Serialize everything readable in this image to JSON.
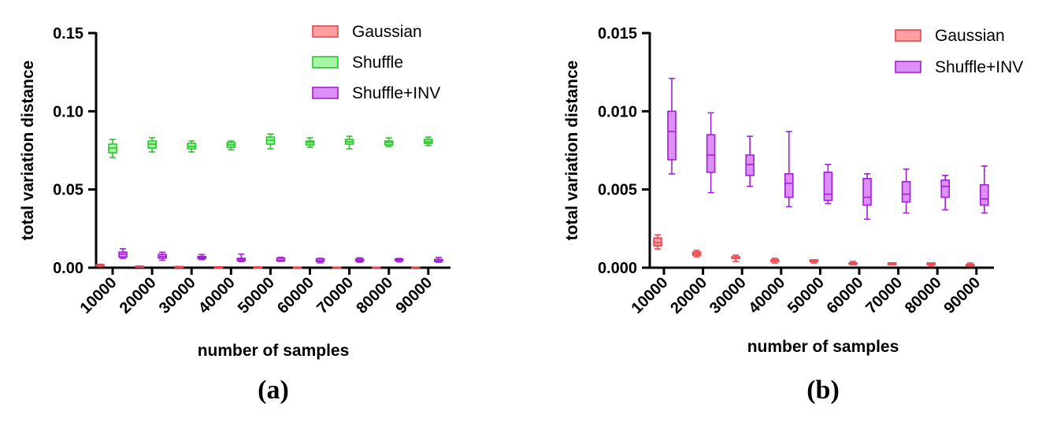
{
  "chart_data": [
    {
      "type": "box",
      "panel_label": "(a)",
      "xlabel": "number of samples",
      "ylabel": "total variation distance",
      "ylim": [
        0,
        0.15
      ],
      "yticks": [
        0,
        0.05,
        0.1,
        0.15
      ],
      "ytick_labels": [
        "0.00",
        "0.05",
        "0.10",
        "0.15"
      ],
      "categories": [
        "10000",
        "20000",
        "30000",
        "40000",
        "50000",
        "60000",
        "70000",
        "80000",
        "90000"
      ],
      "legend_position": "top-right",
      "series": [
        {
          "name": "Gaussian",
          "fill": "#ff9f9f",
          "stroke": "#e8474f",
          "boxes": [
            {
              "min": 0.0008,
              "q1": 0.0012,
              "median": 0.0015,
              "q3": 0.0019,
              "max": 0.0022
            },
            {
              "min": 0.0006,
              "q1": 0.0008,
              "median": 0.0009,
              "q3": 0.001,
              "max": 0.0011
            },
            {
              "min": 0.0004,
              "q1": 0.0005,
              "median": 0.0006,
              "q3": 0.0007,
              "max": 0.0008
            },
            {
              "min": 0.0003,
              "q1": 0.0004,
              "median": 0.0005,
              "q3": 0.0005,
              "max": 0.0006
            },
            {
              "min": 0.0003,
              "q1": 0.0003,
              "median": 0.0004,
              "q3": 0.0004,
              "max": 0.0005
            },
            {
              "min": 0.0002,
              "q1": 0.0003,
              "median": 0.0003,
              "q3": 0.0003,
              "max": 0.0004
            },
            {
              "min": 0.0002,
              "q1": 0.0002,
              "median": 0.0003,
              "q3": 0.0003,
              "max": 0.0003
            },
            {
              "min": 0.0002,
              "q1": 0.0002,
              "median": 0.0002,
              "q3": 0.0003,
              "max": 0.0003
            },
            {
              "min": 0.0001,
              "q1": 0.0002,
              "median": 0.0002,
              "q3": 0.0002,
              "max": 0.0003
            }
          ]
        },
        {
          "name": "Shuffle",
          "fill": "#a4f5a4",
          "stroke": "#2fc22f",
          "boxes": [
            {
              "min": 0.0705,
              "q1": 0.0735,
              "median": 0.0765,
              "q3": 0.079,
              "max": 0.082
            },
            {
              "min": 0.074,
              "q1": 0.0765,
              "median": 0.079,
              "q3": 0.081,
              "max": 0.083
            },
            {
              "min": 0.074,
              "q1": 0.076,
              "median": 0.0775,
              "q3": 0.0795,
              "max": 0.081
            },
            {
              "min": 0.0755,
              "q1": 0.077,
              "median": 0.0785,
              "q3": 0.08,
              "max": 0.081
            },
            {
              "min": 0.076,
              "q1": 0.079,
              "median": 0.0815,
              "q3": 0.0835,
              "max": 0.0855
            },
            {
              "min": 0.077,
              "q1": 0.0785,
              "median": 0.08,
              "q3": 0.081,
              "max": 0.083
            },
            {
              "min": 0.076,
              "q1": 0.079,
              "median": 0.0805,
              "q3": 0.082,
              "max": 0.084
            },
            {
              "min": 0.0775,
              "q1": 0.0785,
              "median": 0.08,
              "q3": 0.081,
              "max": 0.083
            },
            {
              "min": 0.078,
              "q1": 0.0795,
              "median": 0.0805,
              "q3": 0.082,
              "max": 0.0835
            }
          ]
        },
        {
          "name": "Shuffle+INV",
          "fill": "#dc8ff7",
          "stroke": "#a21fd6",
          "boxes": [
            {
              "min": 0.006,
              "q1": 0.0069,
              "median": 0.0087,
              "q3": 0.01,
              "max": 0.0121
            },
            {
              "min": 0.0048,
              "q1": 0.0061,
              "median": 0.0072,
              "q3": 0.0085,
              "max": 0.0099
            },
            {
              "min": 0.0052,
              "q1": 0.0059,
              "median": 0.0066,
              "q3": 0.0072,
              "max": 0.0084
            },
            {
              "min": 0.0039,
              "q1": 0.0045,
              "median": 0.0054,
              "q3": 0.006,
              "max": 0.0087
            },
            {
              "min": 0.0041,
              "q1": 0.0043,
              "median": 0.0047,
              "q3": 0.0061,
              "max": 0.0066
            },
            {
              "min": 0.0031,
              "q1": 0.004,
              "median": 0.0045,
              "q3": 0.0057,
              "max": 0.006
            },
            {
              "min": 0.0035,
              "q1": 0.0042,
              "median": 0.0047,
              "q3": 0.0055,
              "max": 0.0063
            },
            {
              "min": 0.0037,
              "q1": 0.0045,
              "median": 0.0052,
              "q3": 0.0056,
              "max": 0.0059
            },
            {
              "min": 0.0035,
              "q1": 0.004,
              "median": 0.0044,
              "q3": 0.0053,
              "max": 0.0065
            }
          ]
        }
      ]
    },
    {
      "type": "box",
      "panel_label": "(b)",
      "xlabel": "number of samples",
      "ylabel": "total variation distance",
      "ylim": [
        0,
        0.015
      ],
      "yticks": [
        0,
        0.005,
        0.01,
        0.015
      ],
      "ytick_labels": [
        "0.000",
        "0.005",
        "0.010",
        "0.015"
      ],
      "categories": [
        "10000",
        "20000",
        "30000",
        "40000",
        "50000",
        "60000",
        "70000",
        "80000",
        "90000"
      ],
      "legend_position": "top-right",
      "series": [
        {
          "name": "Gaussian",
          "fill": "#ff9f9f",
          "stroke": "#e8474f",
          "boxes": [
            {
              "min": 0.0012,
              "q1": 0.0014,
              "median": 0.0016,
              "q3": 0.0019,
              "max": 0.0021
            },
            {
              "min": 0.0007,
              "q1": 0.0008,
              "median": 0.0009,
              "q3": 0.001,
              "max": 0.0011
            },
            {
              "min": 0.0004,
              "q1": 0.0006,
              "median": 0.0006,
              "q3": 0.0007,
              "max": 0.0008
            },
            {
              "min": 0.0003,
              "q1": 0.0004,
              "median": 0.0005,
              "q3": 0.0005,
              "max": 0.0006
            },
            {
              "min": 0.0003,
              "q1": 0.0004,
              "median": 0.0004,
              "q3": 0.0005,
              "max": 0.0005
            },
            {
              "min": 0.0002,
              "q1": 0.0003,
              "median": 0.0003,
              "q3": 0.0003,
              "max": 0.0004
            },
            {
              "min": 0.0002,
              "q1": 0.0002,
              "median": 0.0003,
              "q3": 0.0003,
              "max": 0.0003
            },
            {
              "min": 0.0001,
              "q1": 0.0002,
              "median": 0.0002,
              "q3": 0.0003,
              "max": 0.0003
            },
            {
              "min": 0.0001,
              "q1": 0.0002,
              "median": 0.0002,
              "q3": 0.0002,
              "max": 0.0003
            }
          ]
        },
        {
          "name": "Shuffle+INV",
          "fill": "#dc8ff7",
          "stroke": "#a21fd6",
          "boxes": [
            {
              "min": 0.006,
              "q1": 0.0069,
              "median": 0.0087,
              "q3": 0.01,
              "max": 0.0121
            },
            {
              "min": 0.0048,
              "q1": 0.0061,
              "median": 0.0072,
              "q3": 0.0085,
              "max": 0.0099
            },
            {
              "min": 0.0052,
              "q1": 0.0059,
              "median": 0.0066,
              "q3": 0.0072,
              "max": 0.0084
            },
            {
              "min": 0.0039,
              "q1": 0.0045,
              "median": 0.0054,
              "q3": 0.006,
              "max": 0.0087
            },
            {
              "min": 0.0041,
              "q1": 0.0043,
              "median": 0.0047,
              "q3": 0.0061,
              "max": 0.0066
            },
            {
              "min": 0.0031,
              "q1": 0.004,
              "median": 0.0045,
              "q3": 0.0057,
              "max": 0.006
            },
            {
              "min": 0.0035,
              "q1": 0.0042,
              "median": 0.0047,
              "q3": 0.0055,
              "max": 0.0063
            },
            {
              "min": 0.0037,
              "q1": 0.0045,
              "median": 0.0052,
              "q3": 0.0056,
              "max": 0.0059
            },
            {
              "min": 0.0035,
              "q1": 0.004,
              "median": 0.0044,
              "q3": 0.0053,
              "max": 0.0065
            }
          ]
        }
      ]
    }
  ]
}
